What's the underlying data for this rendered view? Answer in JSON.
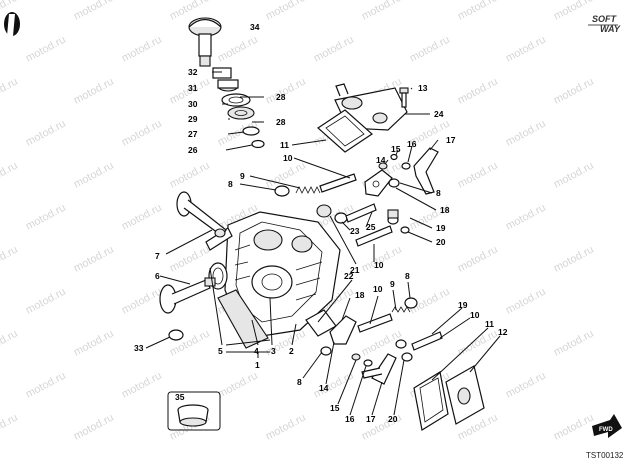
{
  "watermark": {
    "text": "motod.ru"
  },
  "logo": {
    "line1": "SOFT",
    "line2": "WAY"
  },
  "diagram_code": "TST00132",
  "fwd_label": "FWD",
  "callouts": {
    "c1": "1",
    "c2": "2",
    "c3": "3",
    "c4": "4",
    "c5": "5",
    "c6": "6",
    "c7": "7",
    "c8a": "8",
    "c8b": "8",
    "c8c": "8",
    "c8d": "8",
    "c9a": "9",
    "c9b": "9",
    "c10a": "10",
    "c10b": "10",
    "c10c": "10",
    "c10d": "10",
    "c11a": "11",
    "c11b": "11",
    "c12": "12",
    "c13": "13",
    "c14a": "14",
    "c14b": "14",
    "c15a": "15",
    "c15b": "15",
    "c16a": "16",
    "c16b": "16",
    "c17a": "17",
    "c17b": "17",
    "c18a": "18",
    "c18b": "18",
    "c19a": "19",
    "c19b": "19",
    "c20a": "20",
    "c20b": "20",
    "c21": "21",
    "c22": "22",
    "c23": "23",
    "c24": "24",
    "c25": "25",
    "c26": "26",
    "c27": "27",
    "c28a": "28",
    "c28b": "28",
    "c29": "29",
    "c30": "30",
    "c31": "31",
    "c32": "32",
    "c33": "33",
    "c34": "34",
    "c35": "35"
  }
}
